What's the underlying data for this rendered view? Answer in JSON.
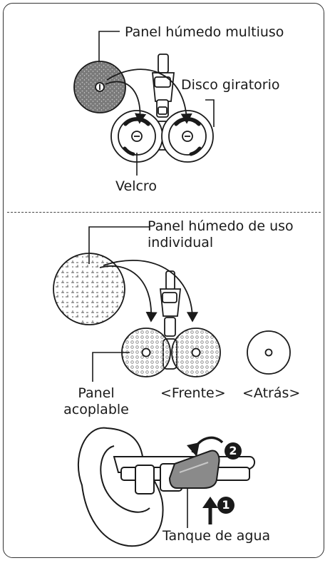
{
  "labels": {
    "multi_pad": "Panel húmedo multiuso",
    "rotating_disc": "Disco giratorio",
    "velcro": "Velcro",
    "single_pad_line1": "Panel húmedo de uso",
    "single_pad_line2": "individual",
    "attach_panel_line1": "Panel",
    "attach_panel_line2": "acoplable",
    "front": "<Frente>",
    "back": "<Atrás>",
    "water_tank": "Tanque de agua",
    "step1": "1",
    "step2": "2"
  },
  "colors": {
    "line": "#1a1a1a",
    "pad_dark": "#6b6b6b",
    "pad_mid": "#9a9a9a",
    "tank_gray": "#8a8a8a",
    "panel_light": "#f2f2f2"
  }
}
